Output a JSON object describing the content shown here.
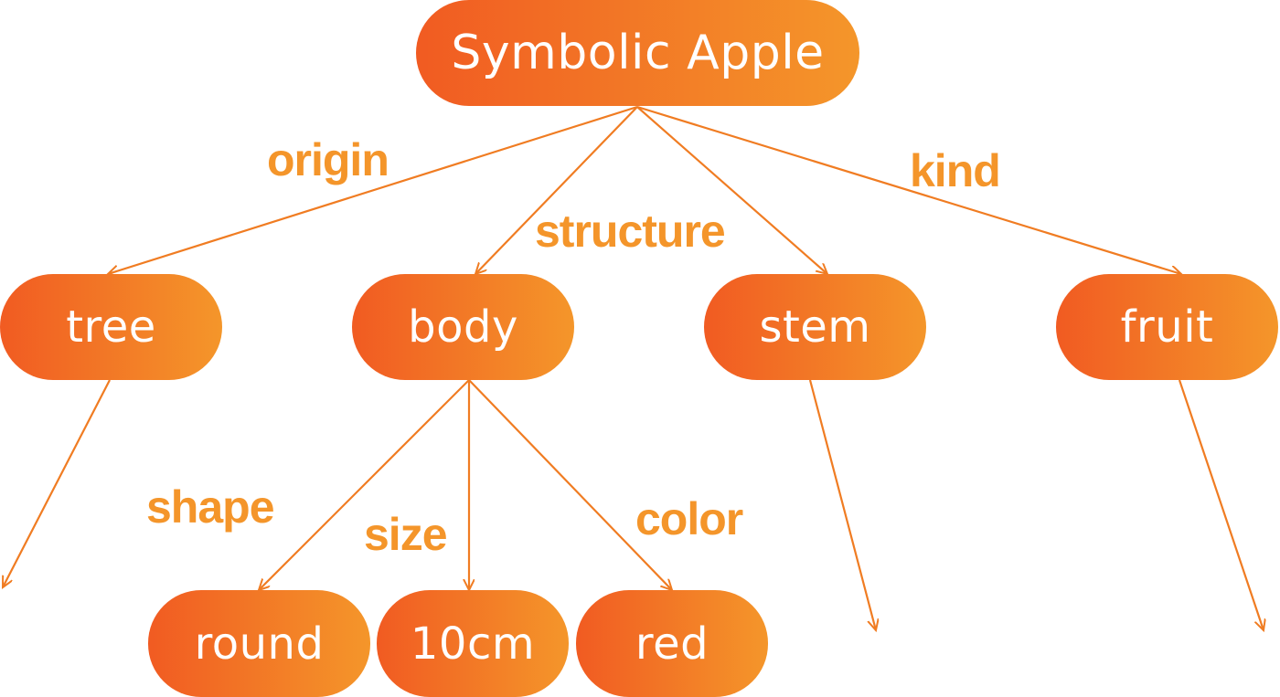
{
  "colors": {
    "node_gradient_start": "#f15b22",
    "node_gradient_end": "#f4962a",
    "node_text": "#ffffff",
    "edge": "#f07c22",
    "edge_label": "#f4952a"
  },
  "nodes": {
    "root": "Symbolic Apple",
    "tree": "tree",
    "body": "body",
    "stem": "stem",
    "fruit": "fruit",
    "round": "round",
    "size": "10cm",
    "red": "red"
  },
  "edge_labels": {
    "origin": "origin",
    "structure": "structure",
    "kind": "kind",
    "shape": "shape",
    "size": "size",
    "color": "color"
  }
}
